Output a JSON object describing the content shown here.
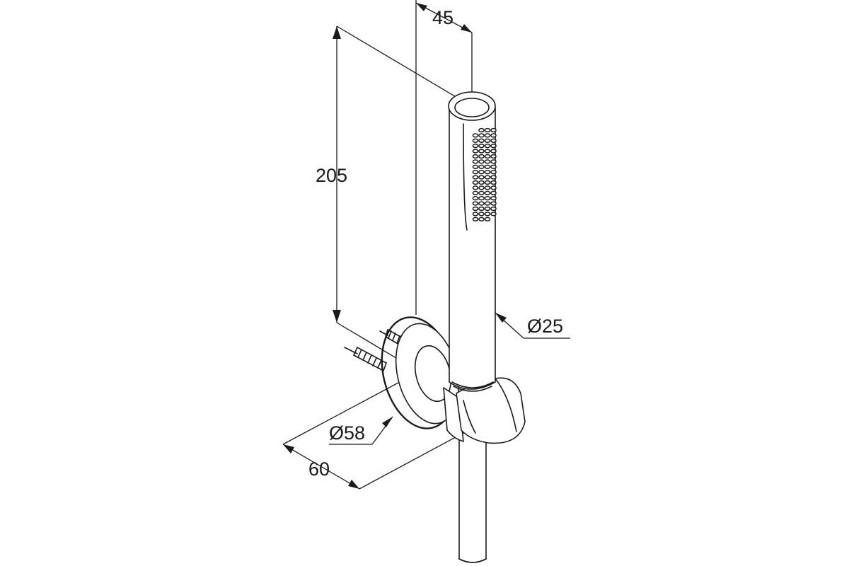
{
  "dimensions": {
    "width_top": "45",
    "height": "205",
    "hose_diameter": "Ø25",
    "rosette_diameter": "Ø58",
    "depth": "60"
  }
}
